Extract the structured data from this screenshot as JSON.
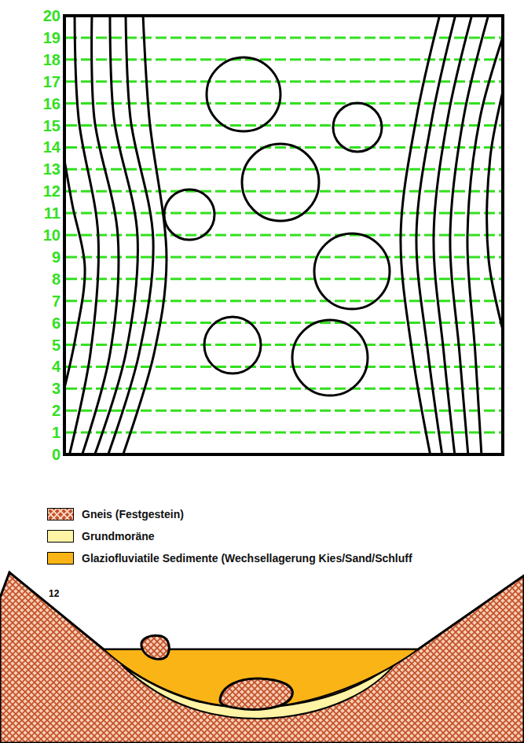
{
  "diagram": {
    "labels": [
      "20",
      "19",
      "18",
      "17",
      "16",
      "15",
      "14",
      "13",
      "12",
      "11",
      "10",
      "9",
      "8",
      "7",
      "6",
      "5",
      "4",
      "3",
      "2",
      "1",
      "0",
      "12"
    ],
    "legend": [
      {
        "text": "Gneis (Festgestein)",
        "color": "#c4502a"
      },
      {
        "text": "Grundmoräne",
        "color": "#fff3a6"
      },
      {
        "text": "Glaziofluviatile Sedimente (Wechsellagerung Kies/Sand/Schluff",
        "color": "#fbb416"
      }
    ]
  }
}
